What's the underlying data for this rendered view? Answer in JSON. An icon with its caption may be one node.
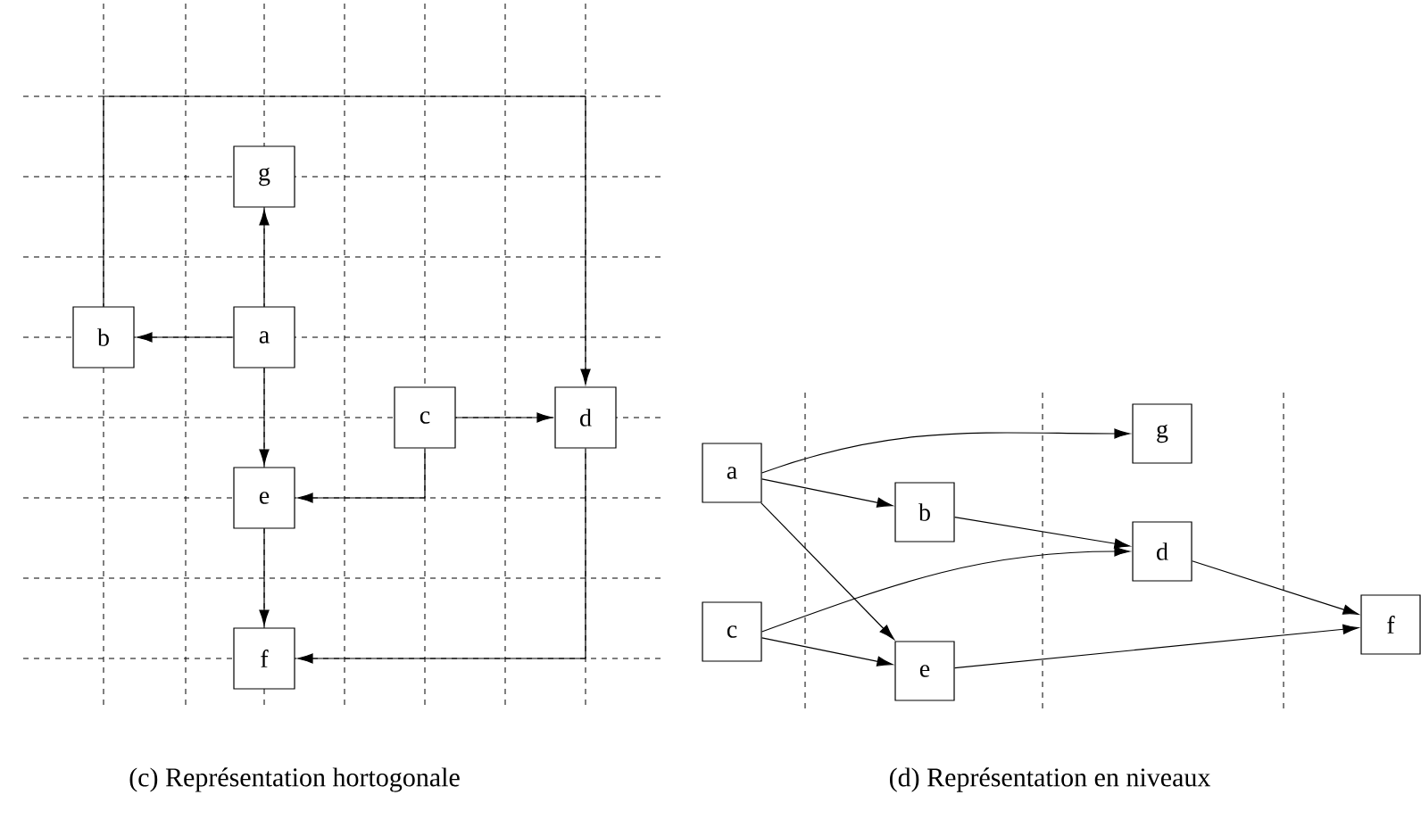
{
  "diagram": {
    "nodes": [
      {
        "text": [
          "a"
        ]
      },
      {
        "text": [
          "b"
        ]
      },
      {
        "text": [
          "c"
        ]
      },
      {
        "text": [
          "d"
        ]
      },
      {
        "text": [
          "e"
        ]
      },
      {
        "text": [
          "f"
        ]
      },
      {
        "text": [
          "g"
        ]
      },
      {
        "text": [
          "a"
        ]
      },
      {
        "text": [
          "b"
        ]
      },
      {
        "text": [
          "c"
        ]
      },
      {
        "text": [
          "d"
        ]
      },
      {
        "text": [
          "e"
        ]
      },
      {
        "text": [
          "f"
        ]
      },
      {
        "text": [
          "g"
        ]
      }
    ],
    "edges": [
      {
        "from": 0,
        "to": 6,
        "arrow": "to"
      },
      {
        "from": 0,
        "to": 1,
        "arrow": "to"
      },
      {
        "from": 0,
        "to": 4,
        "arrow": "to"
      },
      {
        "from": 1,
        "to": 3,
        "arrow": "to"
      },
      {
        "from": 2,
        "to": 3,
        "arrow": "to"
      },
      {
        "from": 2,
        "to": 4,
        "arrow": "to"
      },
      {
        "from": 4,
        "to": 5,
        "arrow": "to"
      },
      {
        "from": 3,
        "to": 5,
        "arrow": "to"
      },
      {
        "from": 7,
        "to": 13,
        "arrow": "to"
      },
      {
        "from": 7,
        "to": 8,
        "arrow": "to"
      },
      {
        "from": 7,
        "to": 11,
        "arrow": "to"
      },
      {
        "from": 8,
        "to": 10,
        "arrow": "to"
      },
      {
        "from": 9,
        "to": 10,
        "arrow": "to"
      },
      {
        "from": 9,
        "to": 11,
        "arrow": "to"
      },
      {
        "from": 10,
        "to": 12,
        "arrow": "to"
      },
      {
        "from": 11,
        "to": 12,
        "arrow": "to"
      }
    ],
    "labels": [
      "(c) Représentation hortogonale",
      "(d) Représentation en niveaux"
    ]
  }
}
